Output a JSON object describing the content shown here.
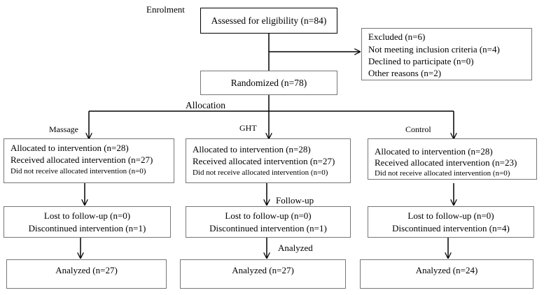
{
  "labels": {
    "enrolment": "Enrolment",
    "allocation": "Allocation",
    "follow_up": "Follow-up",
    "analyzed": "Analyzed"
  },
  "enrolment": {
    "assessed": "Assessed for eligibility (n=84)",
    "excluded": [
      "Excluded (n=6)",
      "Not meeting inclusion criteria (n=4)",
      "Declined to participate (n=0)",
      "Other reasons (n=2)"
    ],
    "randomized": "Randomized (n=78)"
  },
  "arms": [
    {
      "name": "Massage",
      "allocation": [
        "Allocated to intervention (n=28)",
        "Received allocated intervention (n=27)",
        "Did not receive allocated intervention (n=0)"
      ],
      "follow_up": [
        "Lost to follow-up (n=0)",
        "Discontinued intervention (n=1)"
      ],
      "analyzed": "Analyzed (n=27)"
    },
    {
      "name": "GHT",
      "allocation": [
        "Allocated to intervention (n=28)",
        "Received allocated intervention (n=27)",
        "Did not receive allocated intervention (n=0)"
      ],
      "follow_up": [
        "Lost to follow-up (n=0)",
        "Discontinued intervention (n=1)"
      ],
      "analyzed": "Analyzed (n=27)"
    },
    {
      "name": "Control",
      "allocation": [
        "Allocated to intervention (n=28)",
        "Received allocated intervention (n=23)",
        "Did not receive allocated intervention (n=0)"
      ],
      "follow_up": [
        "Lost to follow-up (n=0)",
        "Discontinued intervention (n=4)"
      ],
      "analyzed": "Analyzed (n=24)"
    }
  ]
}
